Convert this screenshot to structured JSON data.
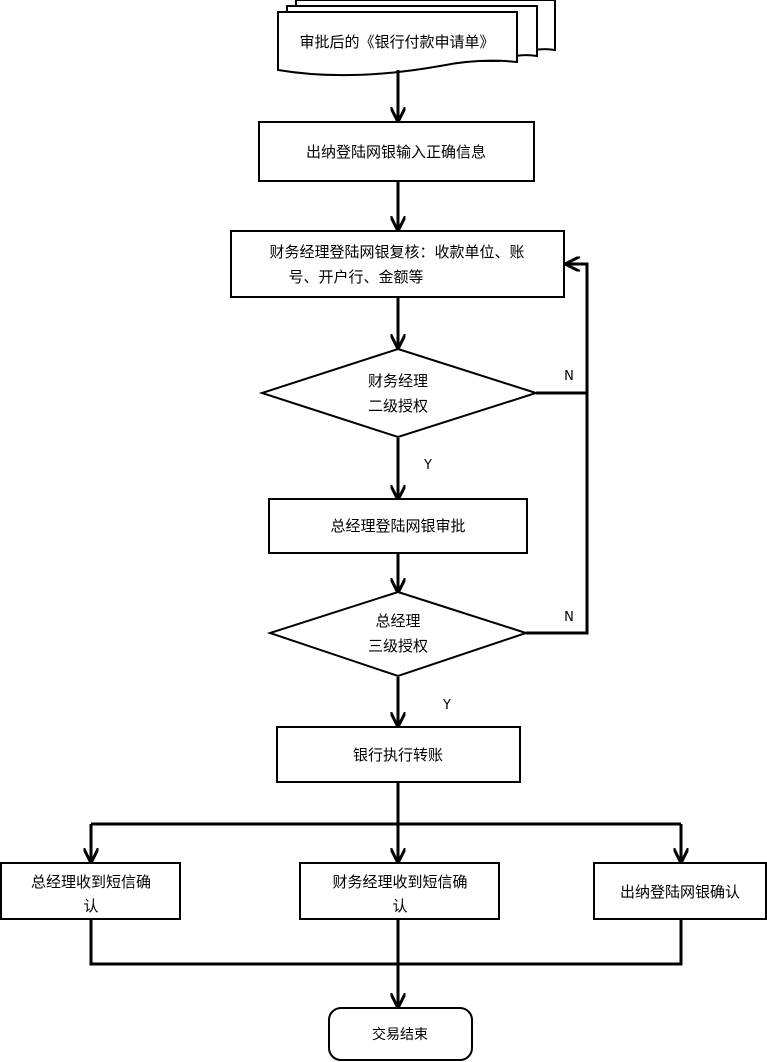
{
  "nodes": {
    "start_doc": "审批后的《银行付款申请单》",
    "cashier_input": "出纳登陆网银输入正确信息",
    "fm_review_line1": "财务经理登陆网银复核：收款单位、账",
    "fm_review_line2": "号、开户行、金额等",
    "fm_auth_line1": "财务经理",
    "fm_auth_line2": "二级授权",
    "gm_approve": "总经理登陆网银审批",
    "gm_auth_line1": "总经理",
    "gm_auth_line2": "三级授权",
    "bank_exec": "银行执行转账",
    "gm_sms_line1": "总经理收到短信确",
    "gm_sms_line2": "认",
    "fm_sms_line1": "财务经理收到短信确",
    "fm_sms_line2": "认",
    "cashier_confirm": "出纳登陆网银确认",
    "end": "交易结束"
  },
  "edge_labels": {
    "fm_no": "N",
    "fm_yes": "Y",
    "gm_no": "N",
    "gm_yes": "Y"
  },
  "colors": {
    "stroke": "#000000",
    "fill": "#ffffff"
  }
}
